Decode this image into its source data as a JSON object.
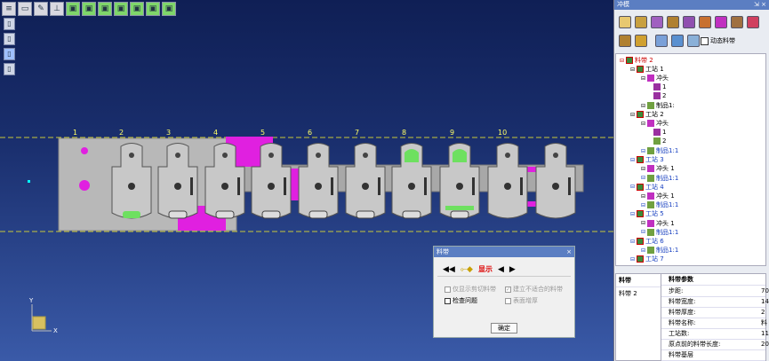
{
  "toolbar": {
    "icons": [
      "menu-icon",
      "window-icon",
      "brush-icon",
      "axis-icon",
      "cube-view-1-icon",
      "cube-view-2-icon",
      "cube-view-3-icon",
      "cube-view-4-icon",
      "cube-view-5-icon",
      "cube-view-6-icon",
      "cube-view-7-icon"
    ]
  },
  "strip": {
    "station_numbers": [
      "1",
      "2",
      "3",
      "4",
      "5",
      "6",
      "7",
      "8",
      "9",
      "10"
    ]
  },
  "axis": {
    "x": "X",
    "y": "Y"
  },
  "dialog": {
    "title": "料带",
    "close": "×",
    "nav_prev": "◀◀",
    "nav_label": "显示",
    "nav_left": "◀",
    "nav_right": "▶",
    "opt_show_trim": "仅显示剪切料带",
    "opt_build_incompat": "建立不适合的料带",
    "opt_check_issue": "检查问题",
    "opt_surface_thickness": "表面增厚",
    "ok": "确定"
  },
  "panel": {
    "title": "冲模",
    "pin": "⇲ ×",
    "dynamic_strip": "动态料带",
    "tree": [
      {
        "text": "料带 2",
        "level": 0,
        "style": "red",
        "icon": "st"
      },
      {
        "text": "工站 1",
        "level": 1,
        "style": "",
        "icon": "st"
      },
      {
        "text": "冲头",
        "level": 2,
        "style": "",
        "icon": "ph"
      },
      {
        "text": "1",
        "level": 3,
        "style": "",
        "icon": "pu"
      },
      {
        "text": "2",
        "level": 3,
        "style": "",
        "icon": "pu"
      },
      {
        "text": "制品1:",
        "level": 2,
        "style": "",
        "icon": "pr"
      },
      {
        "text": "工站 2",
        "level": 1,
        "style": "",
        "icon": "st"
      },
      {
        "text": "冲头",
        "level": 2,
        "style": "",
        "icon": "ph"
      },
      {
        "text": "1",
        "level": 3,
        "style": "",
        "icon": "pu"
      },
      {
        "text": "2",
        "level": 3,
        "style": "",
        "icon": "pr"
      },
      {
        "text": "制品1:1",
        "level": 2,
        "style": "blue",
        "icon": "pr"
      },
      {
        "text": "工站 3",
        "level": 1,
        "style": "blue",
        "icon": "st"
      },
      {
        "text": "冲头 1",
        "level": 2,
        "style": "",
        "icon": "ph"
      },
      {
        "text": "制品1:1",
        "level": 2,
        "style": "blue",
        "icon": "pr"
      },
      {
        "text": "工站 4",
        "level": 1,
        "style": "blue",
        "icon": "st"
      },
      {
        "text": "冲头 1",
        "level": 2,
        "style": "",
        "icon": "ph"
      },
      {
        "text": "制品1:1",
        "level": 2,
        "style": "blue",
        "icon": "pr"
      },
      {
        "text": "工站 5",
        "level": 1,
        "style": "blue",
        "icon": "st"
      },
      {
        "text": "冲头 1",
        "level": 2,
        "style": "",
        "icon": "ph"
      },
      {
        "text": "制品1:1",
        "level": 2,
        "style": "blue",
        "icon": "pr"
      },
      {
        "text": "工站 6",
        "level": 1,
        "style": "blue",
        "icon": "st"
      },
      {
        "text": "制品1:1",
        "level": 2,
        "style": "blue",
        "icon": "pr"
      },
      {
        "text": "工站 7",
        "level": 1,
        "style": "blue",
        "icon": "st"
      }
    ],
    "list_header": "料带",
    "list_item": "料带 2",
    "params_header": "料带参数",
    "params": [
      {
        "k": "步距:",
        "v": "70"
      },
      {
        "k": "料带宽度:",
        "v": "14"
      },
      {
        "k": "料带厚度:",
        "v": "2"
      },
      {
        "k": "料带名称:",
        "v": "料"
      },
      {
        "k": "工站数:",
        "v": "11"
      },
      {
        "k": "原点前的料带长度:",
        "v": "20"
      },
      {
        "k": "料带基层",
        "v": ""
      }
    ]
  }
}
